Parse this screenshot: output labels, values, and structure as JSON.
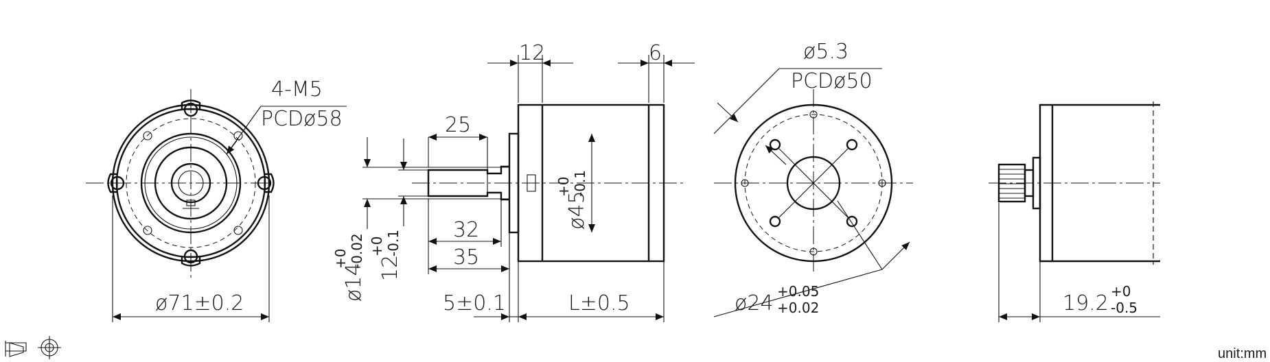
{
  "front_view": {
    "callout_holes": "4-M5",
    "callout_pcd": "PCDø58",
    "diameter_label": "ø71±0.2"
  },
  "side_view": {
    "dim_flange": "12",
    "dim_rear": "6",
    "dim_shaft_flat": "25",
    "dim_shaft_32": "32",
    "dim_shaft_35": "35",
    "dim_boss": "5±0.1",
    "dim_length": "L±0.5",
    "dia_body": "ø45",
    "dia_body_tol_upper": "+0",
    "dia_body_tol_lower": "-0.1",
    "dia_boss": "ø14",
    "dia_boss_tol_upper": "+0",
    "dia_boss_tol_lower": "-0.02",
    "dia_shaft": "12",
    "dia_shaft_tol_upper": "+0",
    "dia_shaft_tol_lower": "-0.1"
  },
  "rear_view": {
    "callout_hole": "ø5.3",
    "callout_pcd": "PCDø50",
    "boss_label": "ø24",
    "boss_tol_upper": "+0.05",
    "boss_tol_lower": "+0.02"
  },
  "encoder_view": {
    "dim_label": "19.2",
    "dim_tol_upper": "+0",
    "dim_tol_lower": "-0.5"
  },
  "footer": {
    "unit": "unit:mm"
  }
}
